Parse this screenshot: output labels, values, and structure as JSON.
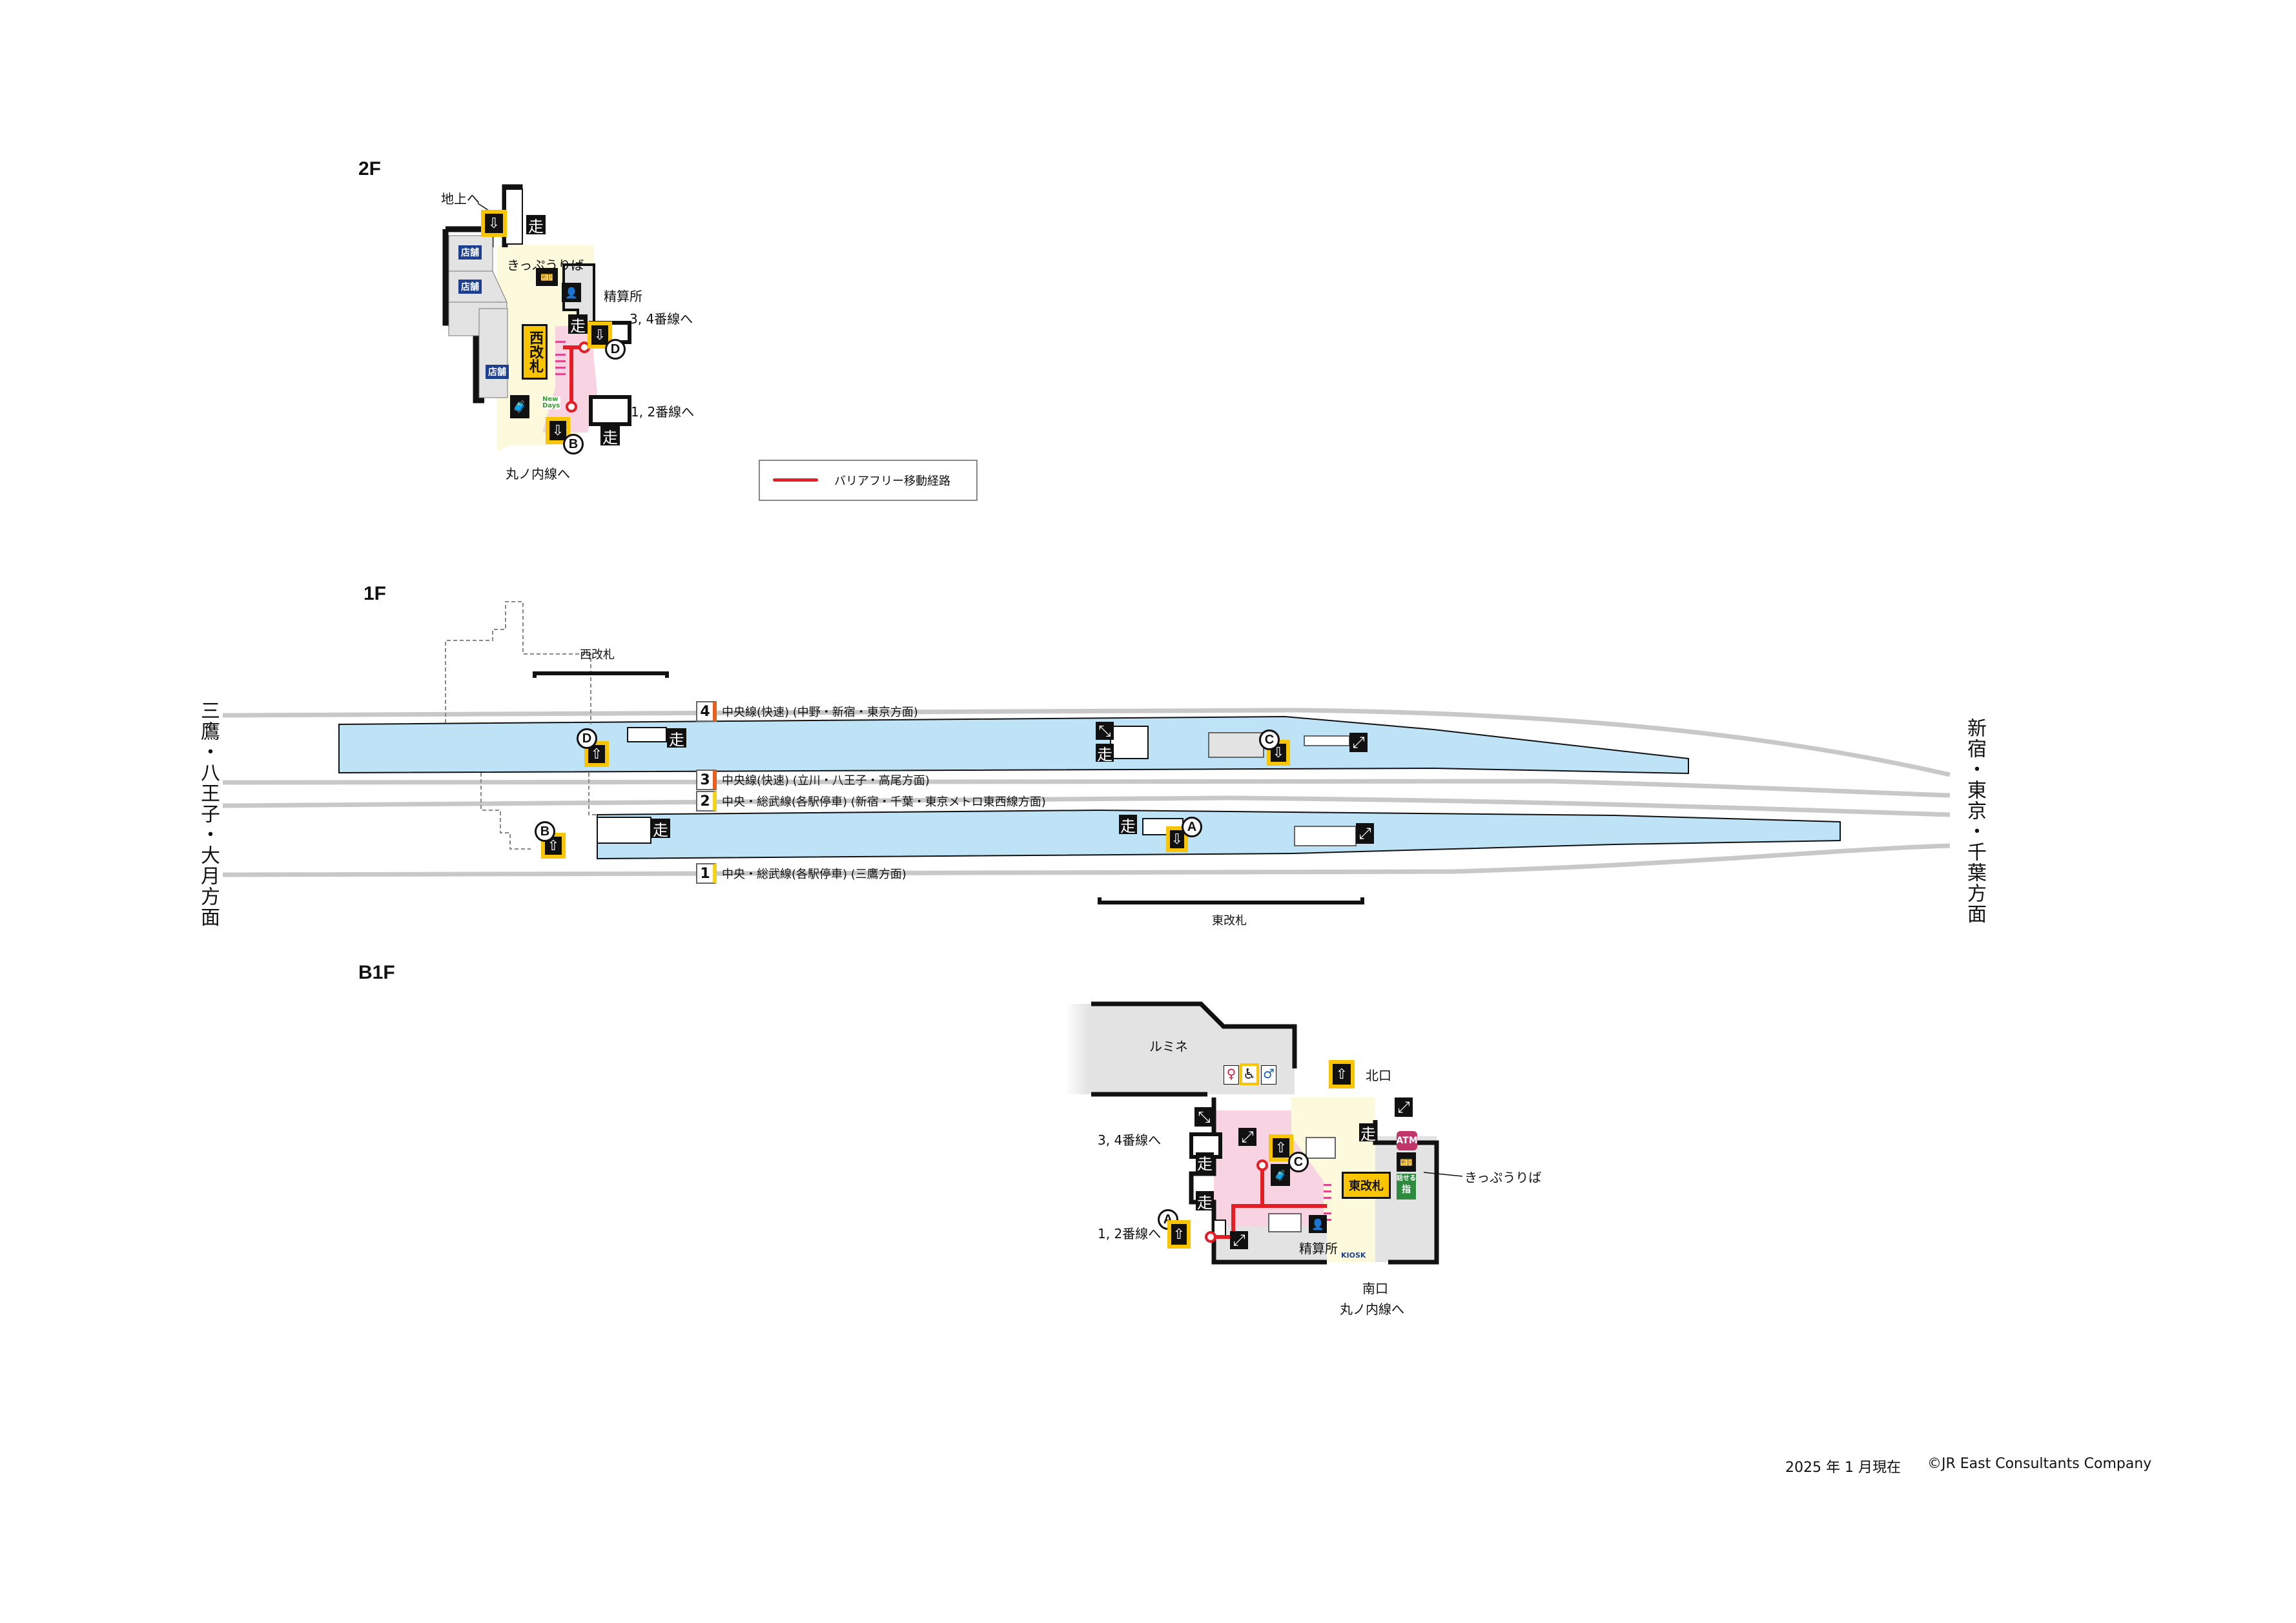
{
  "floors": {
    "f2": {
      "label": "2F",
      "labels": {
        "to_ground": "地上へ",
        "ticket_sales": "きっぷうりば",
        "fare_adjustment": "精算所",
        "to_tracks_34": "3, 4番線へ",
        "to_tracks_12": "1, 2番線へ",
        "to_marunouchi": "丸ノ内線へ",
        "west_gate": "西改札",
        "shop": "店舗",
        "newdays": "New Days",
        "elevator_b": "B",
        "elevator_d": "D"
      }
    },
    "f1": {
      "label": "1F",
      "west_gate": "西改札",
      "east_gate": "東改札",
      "direction_west": "三鷹・八王子・大月方面",
      "direction_east": "新宿・東京・千葉方面",
      "tracks": [
        {
          "no": "4",
          "text": "中央線(快速) (中野・新宿・東京方面)",
          "color": "#e8601c"
        },
        {
          "no": "3",
          "text": "中央線(快速) (立川・八王子・高尾方面)",
          "color": "#e8601c"
        },
        {
          "no": "2",
          "text": "中央・総武線(各駅停車) (新宿・千葉・東京メトロ東西線方面)",
          "color": "#f2d21b"
        },
        {
          "no": "1",
          "text": "中央・総武線(各駅停車) (三鷹方面)",
          "color": "#f2d21b"
        }
      ],
      "elevators": [
        "A",
        "B",
        "C",
        "D"
      ]
    },
    "b1": {
      "label": "B1F",
      "labels": {
        "lumine": "ルミネ",
        "north_exit": "北口",
        "to_tracks_34": "3, 4番線へ",
        "to_tracks_12": "1, 2番線へ",
        "east_gate": "東改札",
        "ticket_sales": "きっぷうりば",
        "fare_adjustment": "精算所",
        "kiosk": "KIOSK",
        "south_exit": "南口",
        "to_marunouchi": "丸ノ内線へ",
        "atm": "ATM",
        "talk_sign": "話せる",
        "talk_sign2": "指",
        "elevator_a": "A",
        "elevator_c": "C"
      }
    }
  },
  "legend": {
    "barrier_free_route": "バリアフリー移動経路",
    "route_color": "#e31e24"
  },
  "footer": {
    "date": "2025 年 1 月現在",
    "copyright": "©JR East Consultants Company"
  },
  "colors": {
    "platform": "#bfe3f6",
    "concourse": "#fdf9dc",
    "paid_area": "#f8d3e2",
    "elevator_frame": "#f9c400",
    "track": "#c8c8c8",
    "shop_fill": "#e3e3e3"
  }
}
